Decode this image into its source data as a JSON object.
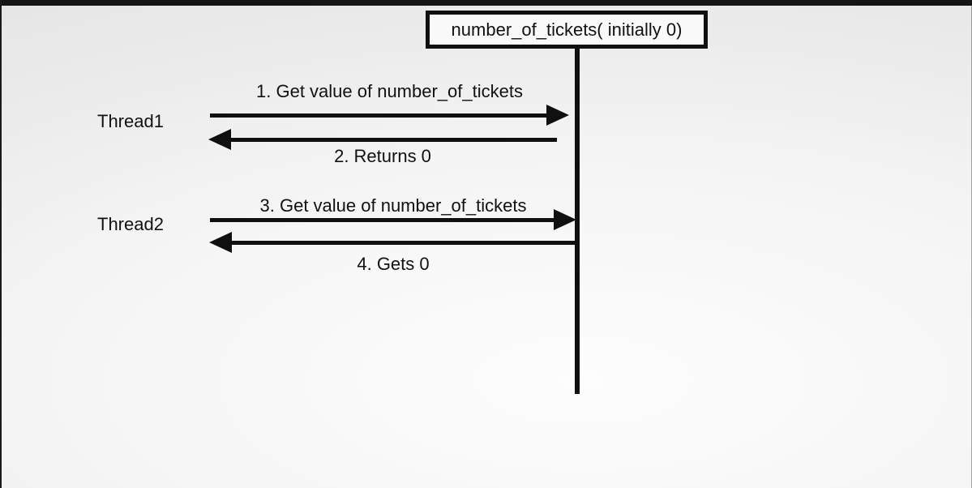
{
  "diagram": {
    "title_box": {
      "label": "number_of_tickets( initially 0)"
    },
    "actors": [
      {
        "label": "Thread1"
      },
      {
        "label": "Thread2"
      }
    ],
    "messages": [
      {
        "label": "1. Get value of number_of_tickets",
        "direction": "right",
        "from": "Thread1",
        "to": "number_of_tickets"
      },
      {
        "label": "2. Returns 0",
        "direction": "left",
        "from": "number_of_tickets",
        "to": "Thread1"
      },
      {
        "label": "3. Get value of number_of_tickets",
        "direction": "right",
        "from": "Thread2",
        "to": "number_of_tickets"
      },
      {
        "label": "4. Gets 0",
        "direction": "left",
        "from": "number_of_tickets",
        "to": "Thread2"
      }
    ],
    "colors": {
      "line": "#101010",
      "topbar": "#151515",
      "background_light": "#fdfdfd",
      "background_dark": "#e2e2e2"
    }
  }
}
